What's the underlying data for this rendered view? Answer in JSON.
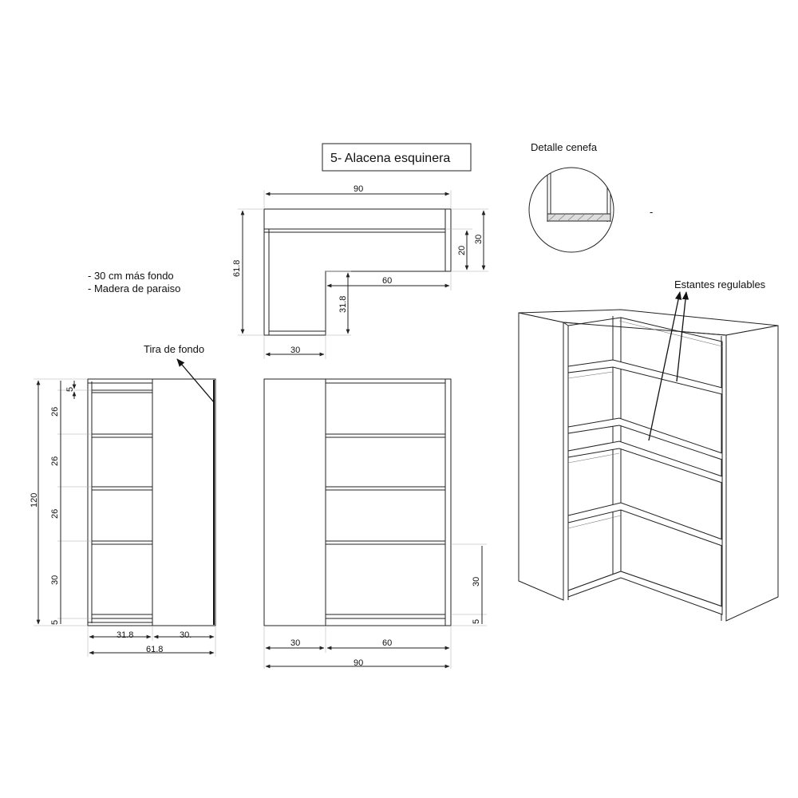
{
  "title": "5- Alacena esquinera",
  "detail_label": "Detalle cenefa",
  "notes": [
    "- 30 cm más fondo",
    "- Madera de paraiso"
  ],
  "callouts": {
    "tira_fondo": "Tira de fondo",
    "estantes": "Estantes regulables"
  },
  "plan_dims": {
    "total_width": "90",
    "depth": "61.8",
    "top_depth_outer": "30",
    "top_depth_inner": "20",
    "inner_width": "60",
    "inner_depth": "31.8",
    "bottom_width": "30"
  },
  "side_dims": {
    "height": "120",
    "top_gap": "5",
    "shelf_1": "26",
    "shelf_2": "26",
    "shelf_3": "26",
    "shelf_4": "30",
    "bottom_gap": "5",
    "width_a": "31.8",
    "width_b": "30.",
    "width_total": "61.8"
  },
  "front_dims": {
    "width_a": "30",
    "width_b": "60",
    "width_total": "90",
    "lower_height": "30",
    "bottom_gap": "5"
  },
  "stray_mark": "-"
}
